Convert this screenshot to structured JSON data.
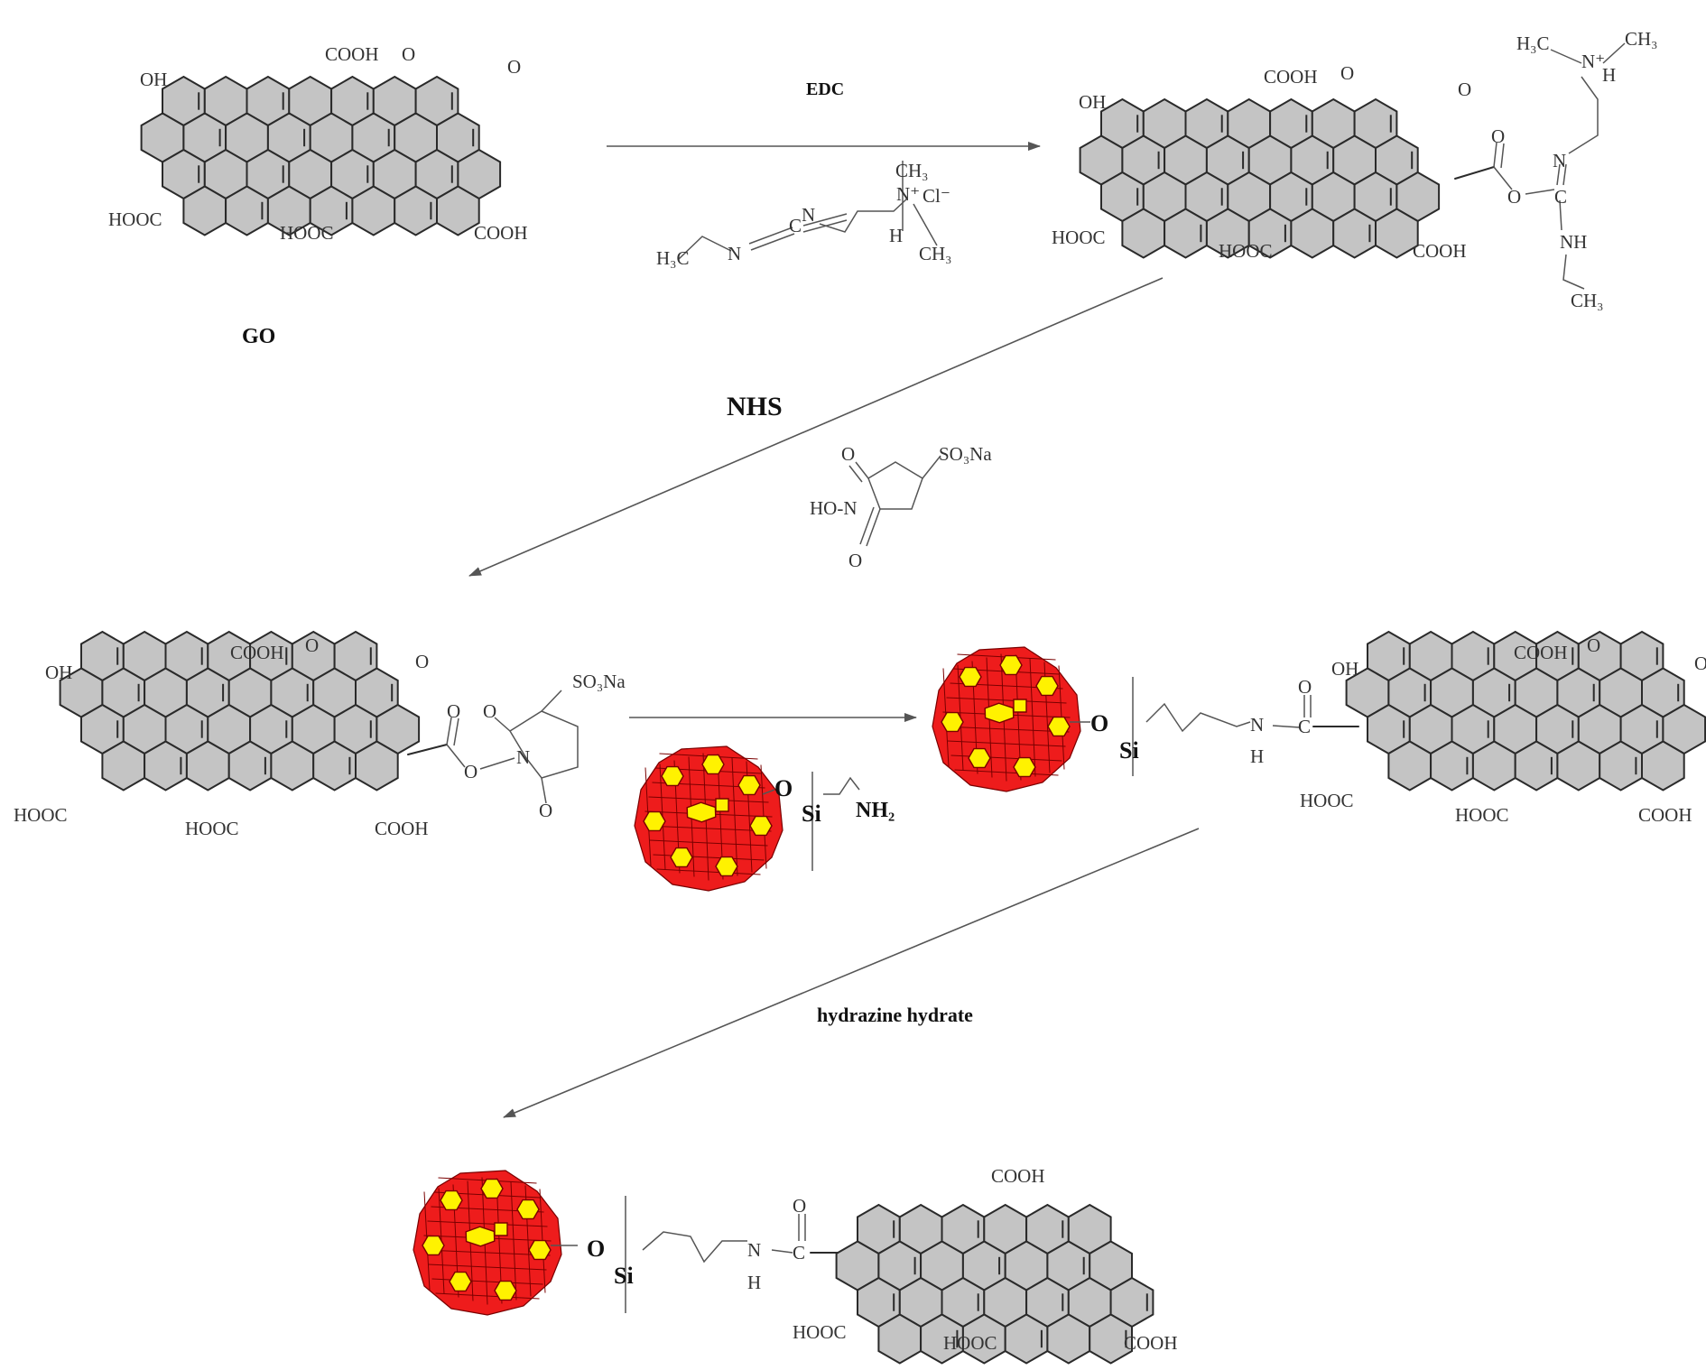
{
  "reagents": {
    "edc": "EDC",
    "nhs": "NHS",
    "hydrazine": "hydrazine hydrate",
    "go_label": "GO"
  },
  "groups": {
    "cooh": "COOH",
    "hooc": "HOOC",
    "oh": "OH",
    "o": "O",
    "cl": "Cl⁻",
    "h3c": "H₃C",
    "ch3": "CH₃",
    "n": "N",
    "c": "C",
    "h": "H",
    "nh": "NH",
    "nplus": "N⁺",
    "ho_n": "HO-N",
    "so3na": "SO₃Na",
    "si": "Si",
    "nh2": "NH₂"
  },
  "colors": {
    "sheet_fill": "#c4c4c4",
    "nanoparticle_red": "#ee1c1c",
    "nanoparticle_yellow": "#fff200"
  }
}
